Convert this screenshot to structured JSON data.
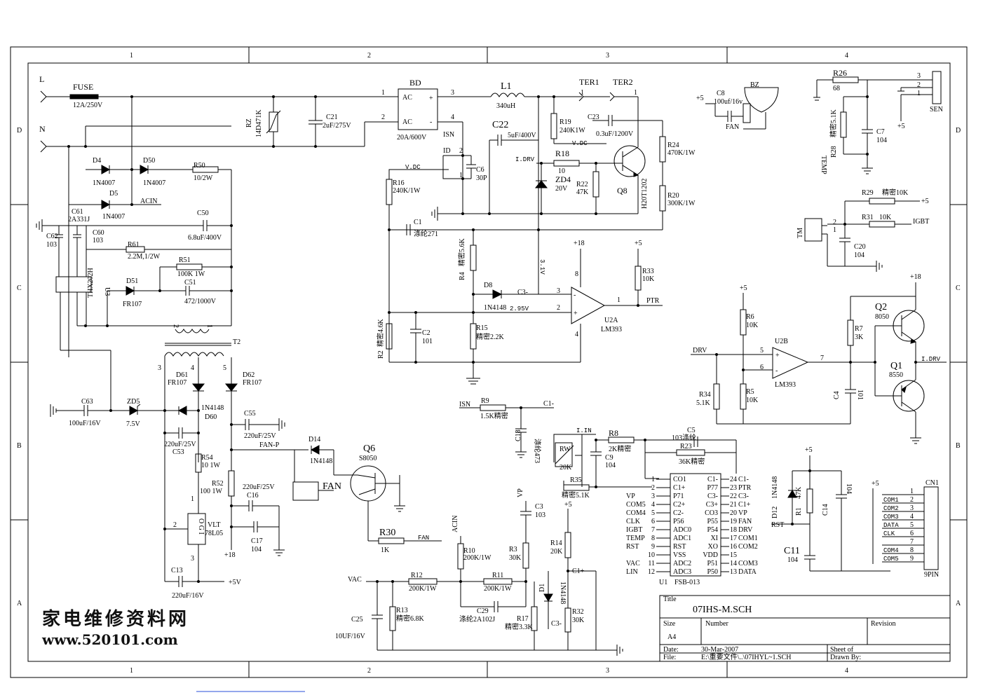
{
  "grid": {
    "columns": [
      "1",
      "2",
      "3",
      "4"
    ],
    "rows": [
      "D",
      "C",
      "B",
      "A"
    ]
  },
  "title_block": {
    "title_label": "Title",
    "title": "07IHS-M.SCH",
    "size_label": "Size",
    "size": "A4",
    "number_label": "Number",
    "revision_label": "Revision",
    "date_label": "Date:",
    "date": "30-Mar-2007",
    "sheet_label": "Sheet    of",
    "file_label": "File:",
    "file": "E:\\重要文件\\..\\07IHYL~1.SCH",
    "drawn_label": "Drawn By:"
  },
  "watermark": {
    "line1": "家电维修资料网",
    "line2": "www.520101.com"
  },
  "labels": {
    "L": "L",
    "N": "N",
    "FUSE": "FUSE",
    "FUSE_v": "12A/250V",
    "RZ": "RZ",
    "RZ_v": "14D471K",
    "C21": "C21",
    "C21_v": "2uF/275V",
    "BD": "BD",
    "BD_v": "20A/600V",
    "AC1": "AC",
    "AC2": "AC",
    "plus": "+",
    "minus": "-",
    "L1": "L1",
    "L1_v": "340uH",
    "TER1": "TER1",
    "TER2": "TER2",
    "ISN": "ISN",
    "C22": "C22",
    "C22_v": "5uF/400V",
    "R19": "R19",
    "R19_v": "240K1W",
    "C23": "C23",
    "C23_v": "0.3uF/1200V",
    "VDC1": "V.DC",
    "VDC2": "V.DC",
    "ID": "ID",
    "C6": "C6",
    "C6_v": "30P",
    "IDRV1": "I.DRV",
    "IDRV2": "I.DRV",
    "R18": "R18",
    "R18_v": "10",
    "ZD4": "ZD4",
    "ZD4_v": "20V",
    "R22": "R22",
    "R22_v": "47K",
    "Q8": "Q8",
    "Q8_v": "H20T1202",
    "R24": "R24",
    "R24_v": "470K/1W",
    "R20": "R20",
    "R20_v": "300K/1W",
    "R16": "R16",
    "R16_v": "240K/1W",
    "C1": "C1",
    "C1_v": "涤纶271",
    "R4": "R4",
    "R4_v": "精密5.6K",
    "V31": "3.1V",
    "p18a": "+18",
    "p5a": "+5",
    "R33": "R33",
    "R33_v": "10K",
    "D8": "D8",
    "D8_v": "1N4148",
    "C3m": "C3-",
    "V295": "2.95V",
    "U2A": "U2A",
    "U2A_v": "LM393",
    "PTR": "PTR",
    "R15": "R15",
    "R15_v": "精密2.2K",
    "C2": "C2",
    "C2_v": "101",
    "R2": "R2",
    "R2_v": "精密4.6K",
    "D4": "D4",
    "D4_v": "1N4007",
    "D50": "D50",
    "D50_v": "1N4007",
    "D5": "D5",
    "D5_v": "1N4007",
    "R50": "R50",
    "R50_v": "10/2W",
    "ACIN": "ACIN",
    "C61": "C61",
    "C61_v": "2A331J",
    "C50": "C50",
    "C50_v": "6.8uF/400V",
    "C62": "C62",
    "C62_v": "103",
    "C60": "C60",
    "C60_v": "103",
    "R61": "R61",
    "R61_v": "2.2M,1/2W",
    "R51": "R51",
    "R51_v": "100K  1W",
    "U3": "U3",
    "U3_v": "THX202H",
    "D51": "D51",
    "D51_v": "FR107",
    "C51": "C51",
    "C51_v": "472/1000V",
    "T2": "T2",
    "D61": "D61",
    "D61_v": "FR107",
    "D62": "D62",
    "D62_v": "FR107",
    "C63": "C63",
    "C63_v": "100uF/16V",
    "ZD5": "ZD5",
    "ZD5_v": "7.5V",
    "D60": "D60",
    "D60_v": "1N4148",
    "C55": "C55",
    "C55_v": "220uF/25V",
    "C53": "C53",
    "C53_v": "220uF/25V",
    "FANP": "FAN-P",
    "D14": "D14",
    "D14_v": "1N4148",
    "FAN": "FAN",
    "Q6": "Q6",
    "Q6_v": "S8050",
    "R54": "R54",
    "R54_v": "10   1W",
    "R52": "R52",
    "R52_v": "100   1W",
    "C16": "C16",
    "C16_v": "220uF/25V",
    "C17": "C17",
    "C17_v": "104",
    "VLT": "VLT",
    "VLT_v": "78L05",
    "OGI": "O G I",
    "p18b": "+18",
    "C13": "C13",
    "C13_v": "220uF/16V",
    "p5b": "+5V",
    "R30": "R30",
    "R30_v": "1K",
    "FAN2": "FAN",
    "R9": "R9",
    "R9_v": "1.5K精密",
    "C1m": "C1-",
    "C18": "C18",
    "C18_v": "涤纶473",
    "IIN": "I.IN",
    "R8": "R8",
    "R8_v": "2K精密",
    "RW": "RW",
    "RW_v": "20K",
    "C9": "C9",
    "C9_v": "104",
    "C5": "C5",
    "C5_v": "103涤纶",
    "R23": "R23",
    "R23_v": "36K精密",
    "R35": "R35",
    "R35_v": "精密5.1K",
    "VP": "VP",
    "C3": "C3",
    "C3_v": "103",
    "R3": "R3",
    "R3_v": "30K",
    "R14": "R14",
    "R14_v": "20K",
    "C1p": "C1+",
    "p5c": "+5",
    "ACIN2": "ACIN",
    "R10": "R10",
    "R10_v": "200K/1W",
    "VAC": "VAC",
    "R12": "R12",
    "R12_v": "200K/1W",
    "R11": "R11",
    "R11_v": "200K/1W",
    "C29": "C29",
    "C29_v": "涤纶2A102J",
    "R17": "R17",
    "R17_v": "精密3.3K",
    "D1": "D1",
    "D1_v": "1N4148",
    "R32": "R32",
    "R32_v": "30K",
    "C3m2": "C3-",
    "C25": "C25",
    "C25_v": "10UF/16V",
    "R13": "R13",
    "R13_v": "精密6.8K",
    "U1": "U1",
    "U1_v": "FSB-013",
    "BZ": "BZ",
    "C8": "C8",
    "C8_v": "100uf/16v",
    "FAN3": "FAN",
    "p5d": "+5",
    "R26": "R26",
    "R26_v": "68",
    "R28": "R28",
    "R28_v": "精密5.1K",
    "TEMP": "TEMP",
    "C7": "C7",
    "C7_v": "104",
    "SEN": "SEN",
    "p5e": "+5",
    "R29": "R29",
    "R29_v": "精密10K",
    "p5f": "+5",
    "R31": "R31",
    "R31_v": "10K",
    "IGBT": "IGBT",
    "TM": "TM",
    "C20": "C20",
    "C20_v": "104",
    "p18c": "+18",
    "p5g": "+5",
    "Q2": "Q2",
    "Q2_v": "8050",
    "R7": "R7",
    "R7_v": "3K",
    "Q1": "Q1",
    "Q1_v": "8550",
    "IDRV3": "I.DRV",
    "DRV": "DRV",
    "U2B": "U2B",
    "U2B_v": "LM393",
    "R6": "R6",
    "R6_v": "10K",
    "R5": "R5",
    "R5_v": "10K",
    "R34": "R34",
    "R34_v": "5.1K",
    "C4": "C4",
    "C4_v": "101",
    "p5h": "+5",
    "D12": "D12",
    "D12_v": "1N4148",
    "R1": "R1",
    "R1_v": "47K",
    "C14": "C14",
    "C14_v": "104",
    "RST": "RST",
    "C11": "C11",
    "C11_v": "104",
    "CN1": "CN1",
    "CN1_v": "9PIN",
    "p5i": "+5"
  },
  "u1_left_pins": [
    {
      "sig": "",
      "num": "1",
      "name": "CO1"
    },
    {
      "sig": "",
      "num": "2",
      "name": "C1+"
    },
    {
      "sig": "VP",
      "num": "3",
      "name": "P71"
    },
    {
      "sig": "COM5",
      "num": "4",
      "name": "C2+"
    },
    {
      "sig": "COM4",
      "num": "5",
      "name": "C2-"
    },
    {
      "sig": "CLK",
      "num": "6",
      "name": "P56"
    },
    {
      "sig": "IGBT",
      "num": "7",
      "name": "ADC0"
    },
    {
      "sig": "TEMP",
      "num": "8",
      "name": "ADC1"
    },
    {
      "sig": "RST",
      "num": "9",
      "name": "RST"
    },
    {
      "sig": "",
      "num": "10",
      "name": "VSS"
    },
    {
      "sig": "VAC",
      "num": "11",
      "name": "ADC2"
    },
    {
      "sig": "LIN",
      "num": "12",
      "name": "ADC3"
    }
  ],
  "u1_right_pins": [
    {
      "name": "C1-",
      "num": "24",
      "sig": "C1-"
    },
    {
      "name": "P77",
      "num": "23",
      "sig": "PTR"
    },
    {
      "name": "C3-",
      "num": "22",
      "sig": "C3-"
    },
    {
      "name": "C3+",
      "num": "21",
      "sig": "C1+"
    },
    {
      "name": "CO3",
      "num": "20",
      "sig": "VP"
    },
    {
      "name": "P55",
      "num": "19",
      "sig": "FAN"
    },
    {
      "name": "P54",
      "num": "18",
      "sig": "DRV"
    },
    {
      "name": "XI",
      "num": "17",
      "sig": "COM1"
    },
    {
      "name": "XO",
      "num": "16",
      "sig": "COM2"
    },
    {
      "name": "VDD",
      "num": "15",
      "sig": ""
    },
    {
      "name": "P51",
      "num": "14",
      "sig": "COM3"
    },
    {
      "name": "P50",
      "num": "13",
      "sig": "DATA"
    }
  ],
  "cn1_pins": [
    {
      "sig": "",
      "num": "1"
    },
    {
      "sig": "COM1",
      "num": "2"
    },
    {
      "sig": "COM2",
      "num": "3"
    },
    {
      "sig": "COM3",
      "num": "4"
    },
    {
      "sig": "DATA",
      "num": "5"
    },
    {
      "sig": "CLK",
      "num": "6"
    },
    {
      "sig": "",
      "num": "7"
    },
    {
      "sig": "COM4",
      "num": "8"
    },
    {
      "sig": "COM5",
      "num": "9"
    }
  ],
  "pins": {
    "BD1": "1",
    "BD2": "2",
    "BD3": "3",
    "BD4": "4",
    "TER1": "1",
    "TER2": "1",
    "ID2": "2",
    "ID1": "1",
    "U2A8": "8",
    "U2A3": "3",
    "U2A2": "2",
    "U2A1": "1",
    "U2A4": "4",
    "T2_1": "1",
    "T2_2": "2",
    "T2_3": "3",
    "T2_4": "4",
    "T2_5": "5",
    "VLT1": "1",
    "VLT2": "2",
    "VLT3": "3",
    "U2B5": "5",
    "U2B6": "6",
    "U2B7": "7",
    "SEN1": "1",
    "SEN2": "2",
    "SEN3": "3",
    "TM1": "1",
    "TM2": "2"
  }
}
